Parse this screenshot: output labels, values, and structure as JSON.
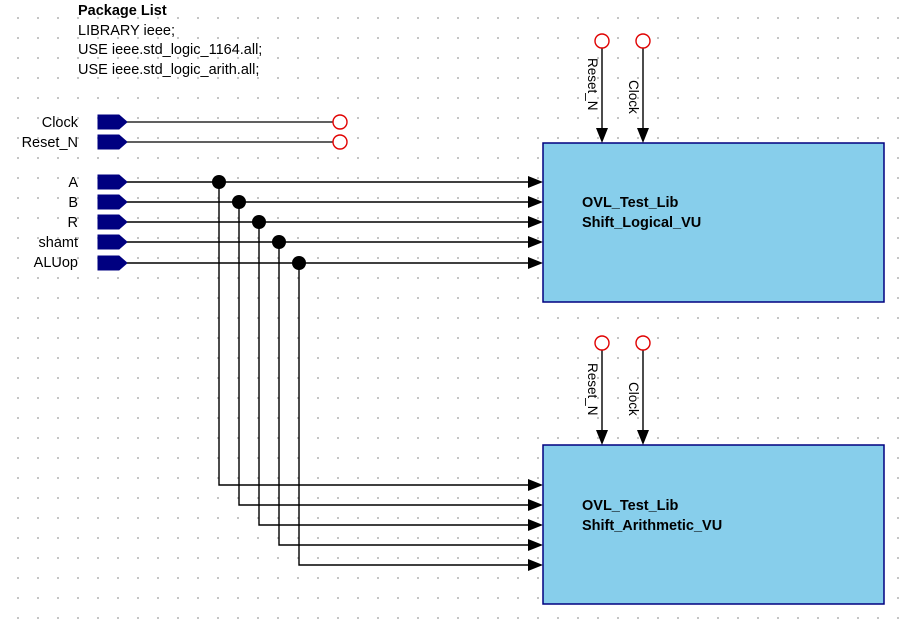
{
  "package_list": {
    "title": "Package List",
    "lines": [
      "LIBRARY ieee;",
      "USE ieee.std_logic_1164.all;",
      "USE ieee.std_logic_arith.all;"
    ]
  },
  "inputs": {
    "clock": "Clock",
    "reset": "Reset_N",
    "signals": [
      "A",
      "B",
      "R",
      "shamt",
      "ALUop"
    ]
  },
  "blocks": [
    {
      "library": "OVL_Test_Lib",
      "name": "Shift_Logical_VU",
      "reset_pin": "Reset_N",
      "clock_pin": "Clock"
    },
    {
      "library": "OVL_Test_Lib",
      "name": "Shift_Arithmetic_VU",
      "reset_pin": "Reset_N",
      "clock_pin": "Clock"
    }
  ],
  "colors": {
    "port": "#000080",
    "block_fill": "#87CEEB",
    "block_stroke": "#000080",
    "open_pin": "#E00000",
    "wire": "#000000"
  }
}
